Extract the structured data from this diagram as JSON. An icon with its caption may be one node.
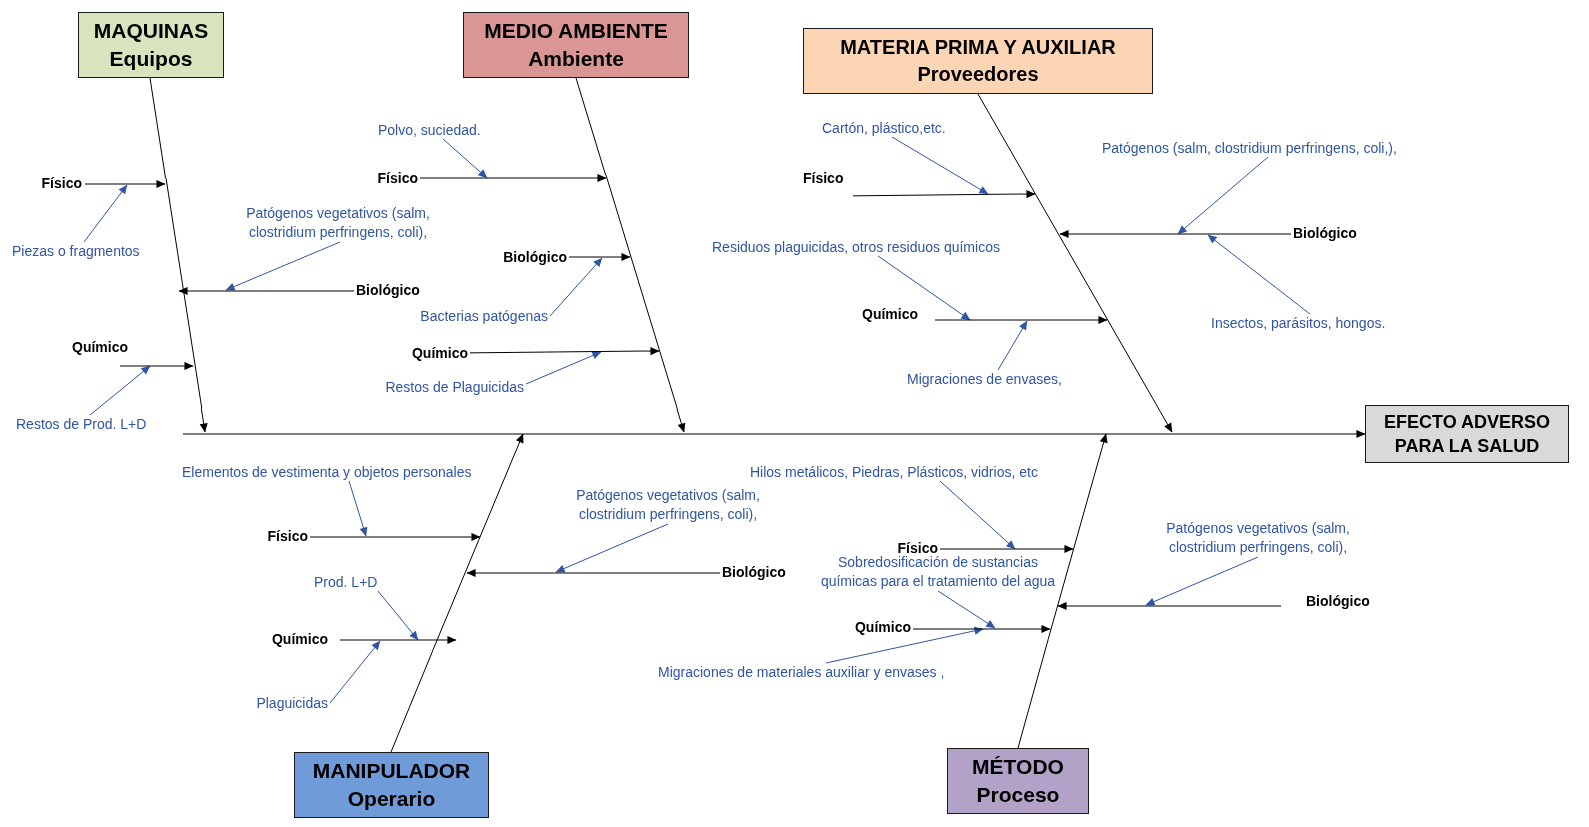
{
  "diagram": {
    "nodes": [
      {
        "text": [
          "MAQUINAS",
          "Equipos"
        ]
      },
      {
        "text": [
          "MEDIO AMBIENTE",
          "Ambiente"
        ]
      },
      {
        "text": [
          "MATERIA PRIMA Y AUXILIAR",
          "Proveedores"
        ]
      },
      {
        "text": [
          "EFECTO ADVERSO PARA LA SALUD"
        ]
      },
      {
        "text": [
          "MANIPULADOR",
          "Operario"
        ]
      },
      {
        "text": [
          "MÉTODO",
          "Proceso"
        ]
      },
      {
        "text": [],
        "shape": "line"
      },
      {
        "text": [],
        "shape": "line"
      },
      {
        "text": [],
        "shape": "line"
      },
      {
        "text": [],
        "shape": "line"
      },
      {
        "text": [],
        "shape": "line"
      },
      {
        "text": [],
        "shape": "line"
      },
      {
        "text": [],
        "shape": "line",
        "beside": [
          "Físico"
        ]
      },
      {
        "text": [
          "Piezas o fragmentos"
        ]
      },
      {
        "text": [
          "Patógenos vegetativos (salm, clostridium perfringens, coli),"
        ]
      },
      {
        "text": [],
        "shape": "line",
        "beside": [
          "Biológico"
        ]
      },
      {
        "text": [],
        "shape": "line",
        "beside": [
          "Químico"
        ]
      },
      {
        "text": [
          "Restos de Prod. L+D"
        ]
      },
      {
        "text": [
          "Polvo, suciedad."
        ]
      },
      {
        "text": [],
        "shape": "line",
        "beside": [
          "Físico"
        ]
      },
      {
        "text": [],
        "shape": "line",
        "beside": [
          "Biológico"
        ]
      },
      {
        "text": [
          "Bacterias patógenas"
        ]
      },
      {
        "text": [],
        "shape": "line",
        "beside": [
          "Químico"
        ]
      },
      {
        "text": [
          "Restos de Plaguicidas"
        ]
      },
      {
        "text": [
          "Cartón, plástico,etc."
        ]
      },
      {
        "text": [],
        "shape": "line",
        "beside": [
          "Físico"
        ]
      },
      {
        "text": [
          "Patógenos (salm, clostridium perfringens, coli,),"
        ]
      },
      {
        "text": [],
        "shape": "line",
        "beside": [
          "Biológico"
        ]
      },
      {
        "text": [
          "Insectos, parásitos, hongos."
        ]
      },
      {
        "text": [
          "Residuos plaguicidas, otros residuos químicos"
        ]
      },
      {
        "text": [],
        "shape": "line",
        "beside": [
          "Químico"
        ]
      },
      {
        "text": [
          "Migraciones de envases,"
        ]
      },
      {
        "text": [
          "Elementos de vestimenta y objetos personales"
        ]
      },
      {
        "text": [],
        "shape": "line",
        "beside": [
          "Físico"
        ]
      },
      {
        "text": [
          "Patógenos vegetativos (salm, clostridium perfringens, coli),"
        ]
      },
      {
        "text": [],
        "shape": "line",
        "beside": [
          "Biológico"
        ]
      },
      {
        "text": [
          "Prod. L+D"
        ]
      },
      {
        "text": [],
        "shape": "line",
        "beside": [
          "Químico"
        ]
      },
      {
        "text": [
          "Plaguicidas"
        ]
      },
      {
        "text": [
          "Hilos metálicos, Piedras, Plásticos, vidrios, etc"
        ]
      },
      {
        "text": [],
        "shape": "line",
        "beside": [
          "Físico"
        ]
      },
      {
        "text": [
          "Patógenos vegetativos (salm, clostridium perfringens, coli),"
        ]
      },
      {
        "text": [],
        "shape": "line",
        "beside": [
          "Biológico"
        ]
      },
      {
        "text": [
          "Sobredosificación de sustancias químicas para el tratamiento del agua"
        ]
      },
      {
        "text": [],
        "shape": "line",
        "beside": [
          "Químico"
        ]
      },
      {
        "text": [
          "Migraciones de materiales auxiliar y envases ,"
        ]
      }
    ],
    "edges": [
      {
        "from": 6,
        "to": 3,
        "arrow": "to"
      },
      {
        "from": 0,
        "to": 7,
        "arrow": "none"
      },
      {
        "from": 1,
        "to": 8,
        "arrow": "none"
      },
      {
        "from": 2,
        "to": 9,
        "arrow": "none"
      },
      {
        "from": 4,
        "to": 10,
        "arrow": "none"
      },
      {
        "from": 5,
        "to": 11,
        "arrow": "none"
      },
      {
        "from": 7,
        "to": 6,
        "arrow": "to"
      },
      {
        "from": 8,
        "to": 6,
        "arrow": "to"
      },
      {
        "from": 9,
        "to": 6,
        "arrow": "to"
      },
      {
        "from": 10,
        "to": 6,
        "arrow": "to"
      },
      {
        "from": 11,
        "to": 6,
        "arrow": "to"
      },
      {
        "from": 12,
        "to": 7,
        "arrow": "to"
      },
      {
        "from": 13,
        "to": 12,
        "arrow": "to",
        "color": "#2f55a4"
      },
      {
        "from": 14,
        "to": 15,
        "arrow": "to",
        "color": "#2f55a4"
      },
      {
        "from": 15,
        "to": 7,
        "arrow": "to"
      },
      {
        "from": 16,
        "to": 7,
        "arrow": "to"
      },
      {
        "from": 17,
        "to": 16,
        "arrow": "to",
        "color": "#2f55a4"
      },
      {
        "from": 18,
        "to": 19,
        "arrow": "to",
        "color": "#2f55a4"
      },
      {
        "from": 19,
        "to": 8,
        "arrow": "to"
      },
      {
        "from": 20,
        "to": 8,
        "arrow": "to"
      },
      {
        "from": 21,
        "to": 20,
        "arrow": "to",
        "color": "#2f55a4"
      },
      {
        "from": 22,
        "to": 8,
        "arrow": "to"
      },
      {
        "from": 23,
        "to": 22,
        "arrow": "to",
        "color": "#2f55a4"
      },
      {
        "from": 24,
        "to": 25,
        "arrow": "to",
        "color": "#2f55a4"
      },
      {
        "from": 25,
        "to": 9,
        "arrow": "to"
      },
      {
        "from": 26,
        "to": 27,
        "arrow": "to",
        "color": "#2f55a4"
      },
      {
        "from": 27,
        "to": 9,
        "arrow": "to"
      },
      {
        "from": 28,
        "to": 27,
        "arrow": "to",
        "color": "#2f55a4"
      },
      {
        "from": 29,
        "to": 30,
        "arrow": "to",
        "color": "#2f55a4"
      },
      {
        "from": 30,
        "to": 9,
        "arrow": "to"
      },
      {
        "from": 31,
        "to": 30,
        "arrow": "to",
        "color": "#2f55a4"
      },
      {
        "from": 32,
        "to": 33,
        "arrow": "to",
        "color": "#2f55a4"
      },
      {
        "from": 33,
        "to": 10,
        "arrow": "to"
      },
      {
        "from": 34,
        "to": 35,
        "arrow": "to",
        "color": "#2f55a4"
      },
      {
        "from": 35,
        "to": 10,
        "arrow": "to"
      },
      {
        "from": 36,
        "to": 37,
        "arrow": "to",
        "color": "#2f55a4"
      },
      {
        "from": 37,
        "to": 10,
        "arrow": "to"
      },
      {
        "from": 38,
        "to": 37,
        "arrow": "to",
        "color": "#2f55a4"
      },
      {
        "from": 39,
        "to": 40,
        "arrow": "to",
        "color": "#2f55a4"
      },
      {
        "from": 40,
        "to": 11,
        "arrow": "to"
      },
      {
        "from": 41,
        "to": 42,
        "arrow": "to",
        "color": "#2f55a4"
      },
      {
        "from": 42,
        "to": 11,
        "arrow": "to"
      },
      {
        "from": 43,
        "to": 44,
        "arrow": "to",
        "color": "#2f55a4"
      },
      {
        "from": 44,
        "to": 11,
        "arrow": "to"
      },
      {
        "from": 45,
        "to": 44,
        "arrow": "to",
        "color": "#2f55a4"
      }
    ]
  }
}
